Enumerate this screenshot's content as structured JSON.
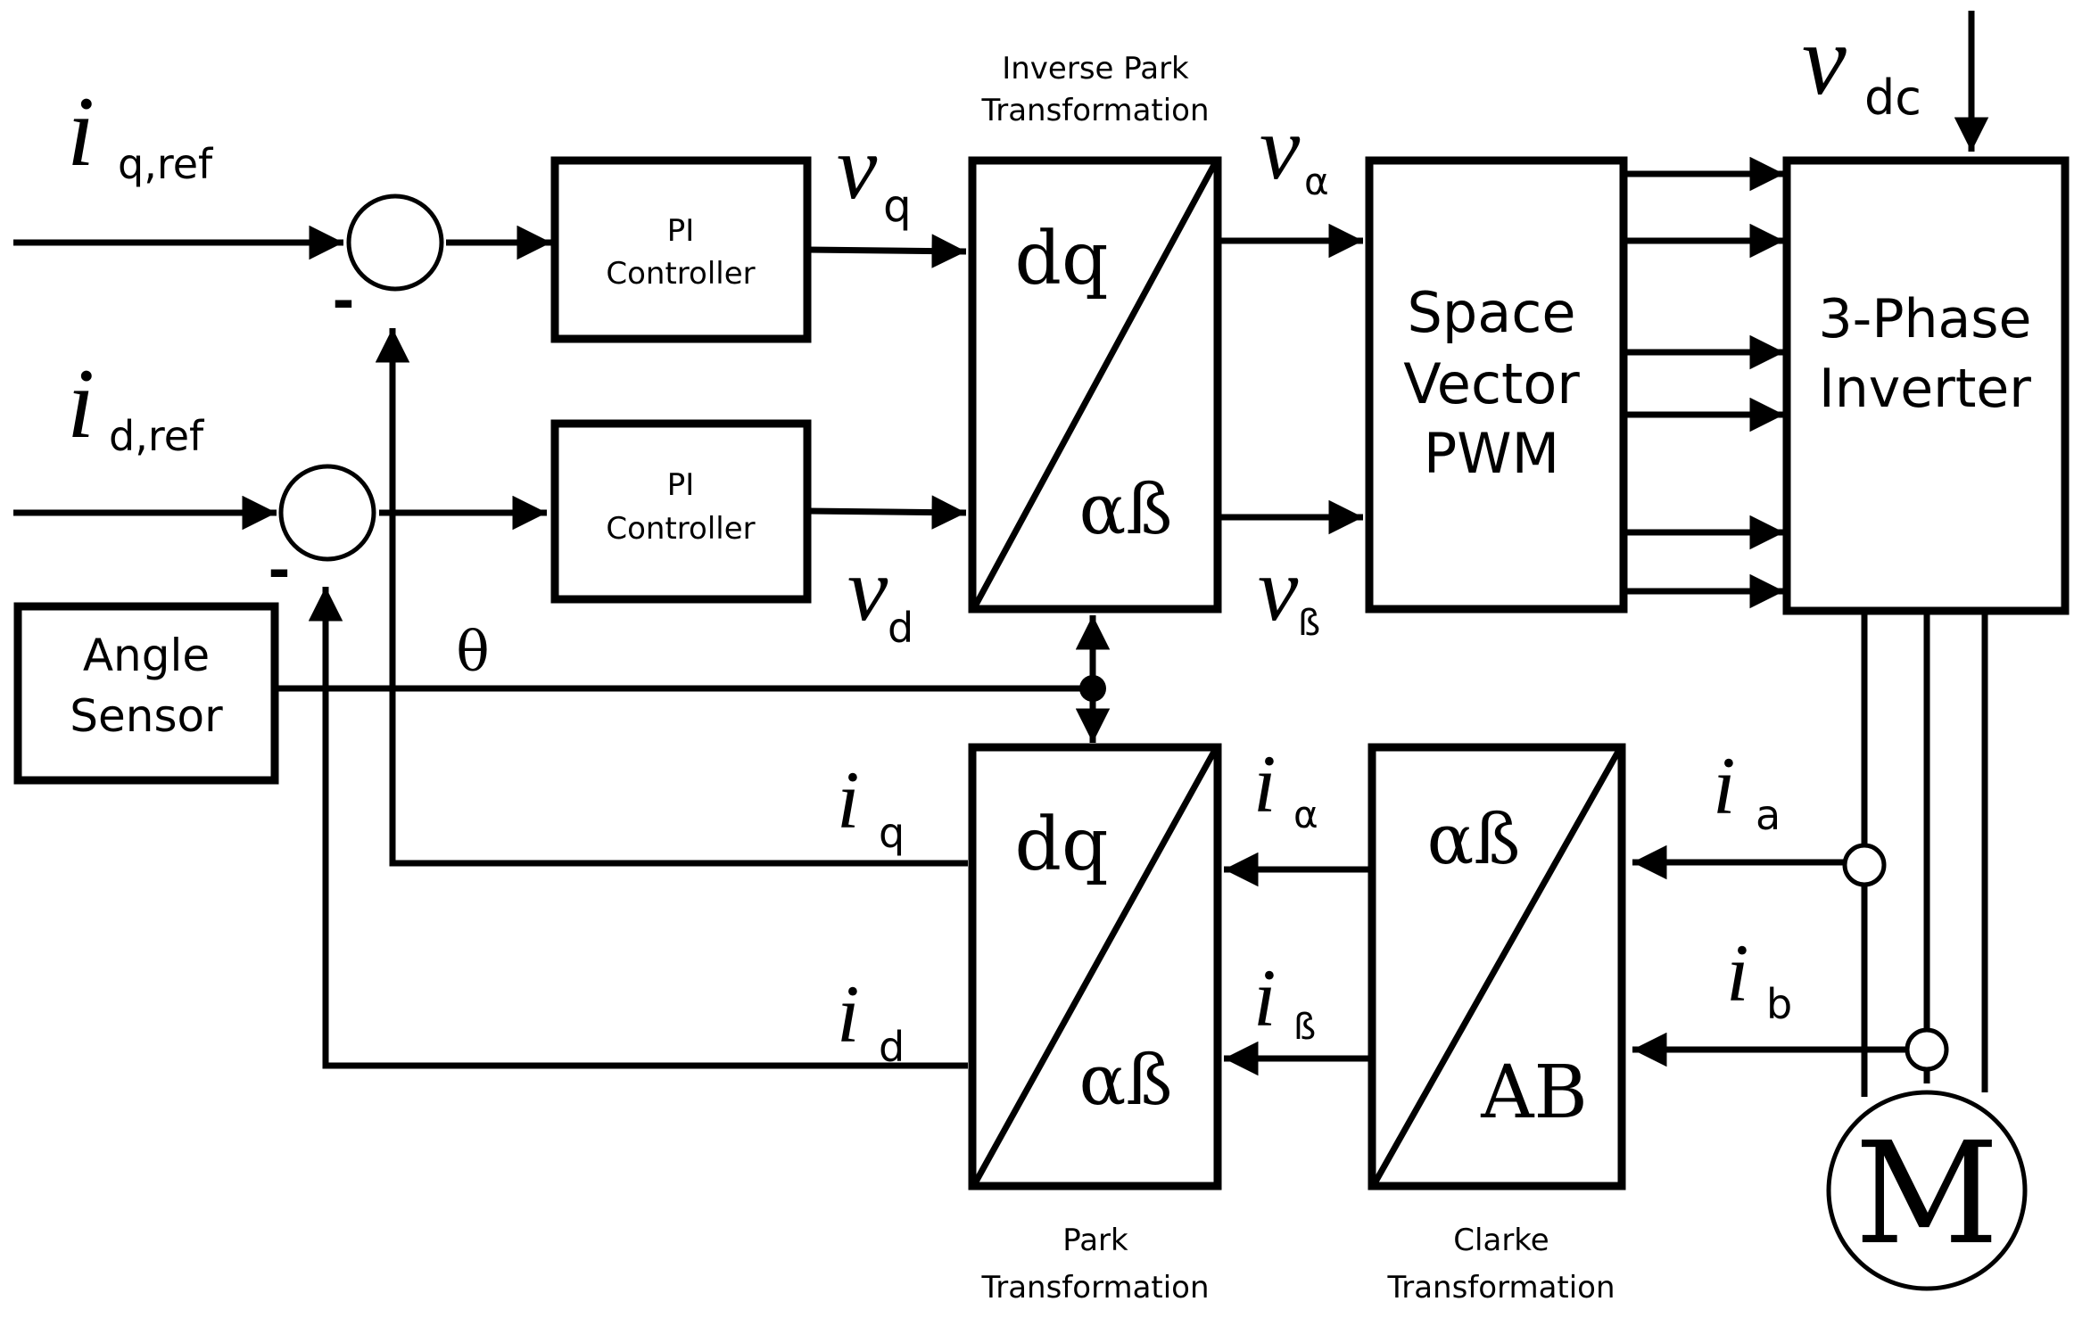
{
  "blocks": {
    "pi_q": [
      "PI",
      "Controller"
    ],
    "pi_d": [
      "PI",
      "Controller"
    ],
    "svpwm": [
      "Space",
      "Vector",
      "PWM"
    ],
    "inverter": [
      "3-Phase",
      "Inverter"
    ],
    "angle_sensor": [
      "Angle",
      "Sensor"
    ],
    "inv_park": {
      "top": "dq",
      "bottom": "αß"
    },
    "park": {
      "top": "dq",
      "bottom": "αß"
    },
    "clarke": {
      "top": "αß",
      "bottom": "AB"
    },
    "motor": "M"
  },
  "captions": {
    "inv_park": [
      "Inverse Park",
      "Transformation"
    ],
    "park": [
      "Park",
      "Transformation"
    ],
    "clarke": [
      "Clarke",
      "Transformation"
    ]
  },
  "signals": {
    "iq_ref": {
      "sym": "i",
      "sub": "q,ref"
    },
    "id_ref": {
      "sym": "i",
      "sub": "d,ref"
    },
    "vq": {
      "sym": "v",
      "sub": "q"
    },
    "vd": {
      "sym": "v",
      "sub": "d"
    },
    "va": {
      "sym": "v",
      "sub": "α"
    },
    "vb": {
      "sym": "v",
      "sub": "ß"
    },
    "vdc": {
      "sym": "v",
      "sub": "dc"
    },
    "theta": "θ",
    "iq": {
      "sym": "i",
      "sub": "q"
    },
    "id": {
      "sym": "i",
      "sub": "d"
    },
    "ialpha": {
      "sym": "i",
      "sub": "α"
    },
    "ibeta": {
      "sym": "i",
      "sub": "ß"
    },
    "ia": {
      "sym": "i",
      "sub": "a"
    },
    "ib": {
      "sym": "i",
      "sub": "b"
    }
  },
  "sum_signs": {
    "q": "-",
    "d": "-"
  }
}
